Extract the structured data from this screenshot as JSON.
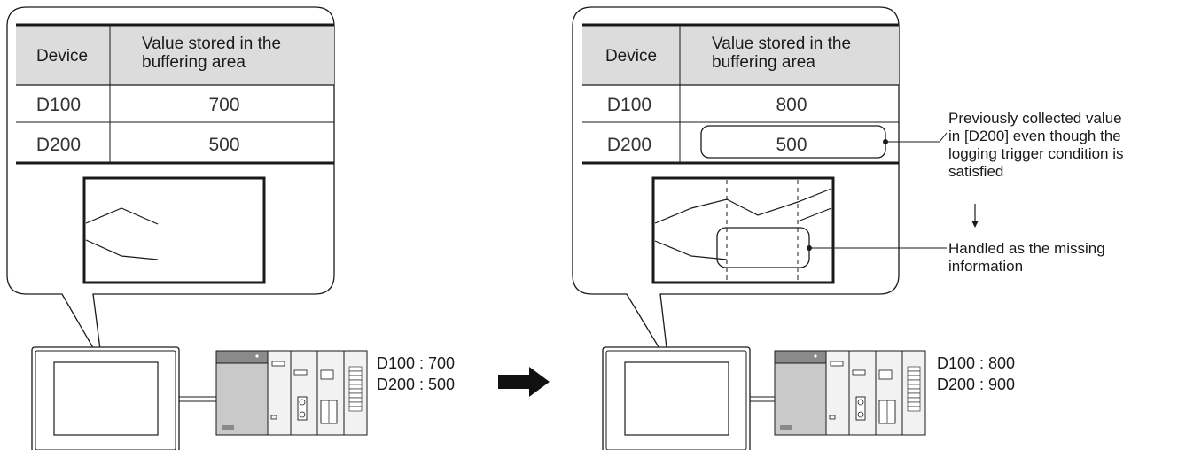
{
  "before": {
    "table": {
      "col_device": "Device",
      "col_value_line1": "Value stored in the",
      "col_value_line2": "buffering area",
      "rows": [
        {
          "device": "D100",
          "value": "700"
        },
        {
          "device": "D200",
          "value": "500"
        }
      ]
    },
    "plc_readout": [
      "D100 : 700",
      "D200 : 500"
    ]
  },
  "after": {
    "table": {
      "col_device": "Device",
      "col_value_line1": "Value stored in the",
      "col_value_line2": "buffering area",
      "rows": [
        {
          "device": "D100",
          "value": "800"
        },
        {
          "device": "D200",
          "value": "500"
        }
      ]
    },
    "plc_readout": [
      "D100 : 800",
      "D200 : 900"
    ]
  },
  "annotations": {
    "previous_value": [
      "Previously collected value",
      "in [D200] even though the",
      "logging trigger condition is",
      "satisfied"
    ],
    "missing": [
      "Handled as the missing",
      "information"
    ]
  },
  "icons": [
    "got-terminal",
    "plc-unit",
    "right-arrow-icon",
    "down-arrow-icon"
  ],
  "colors": {
    "table_header": "#dcdcdc",
    "line": "#1a1a1a"
  }
}
